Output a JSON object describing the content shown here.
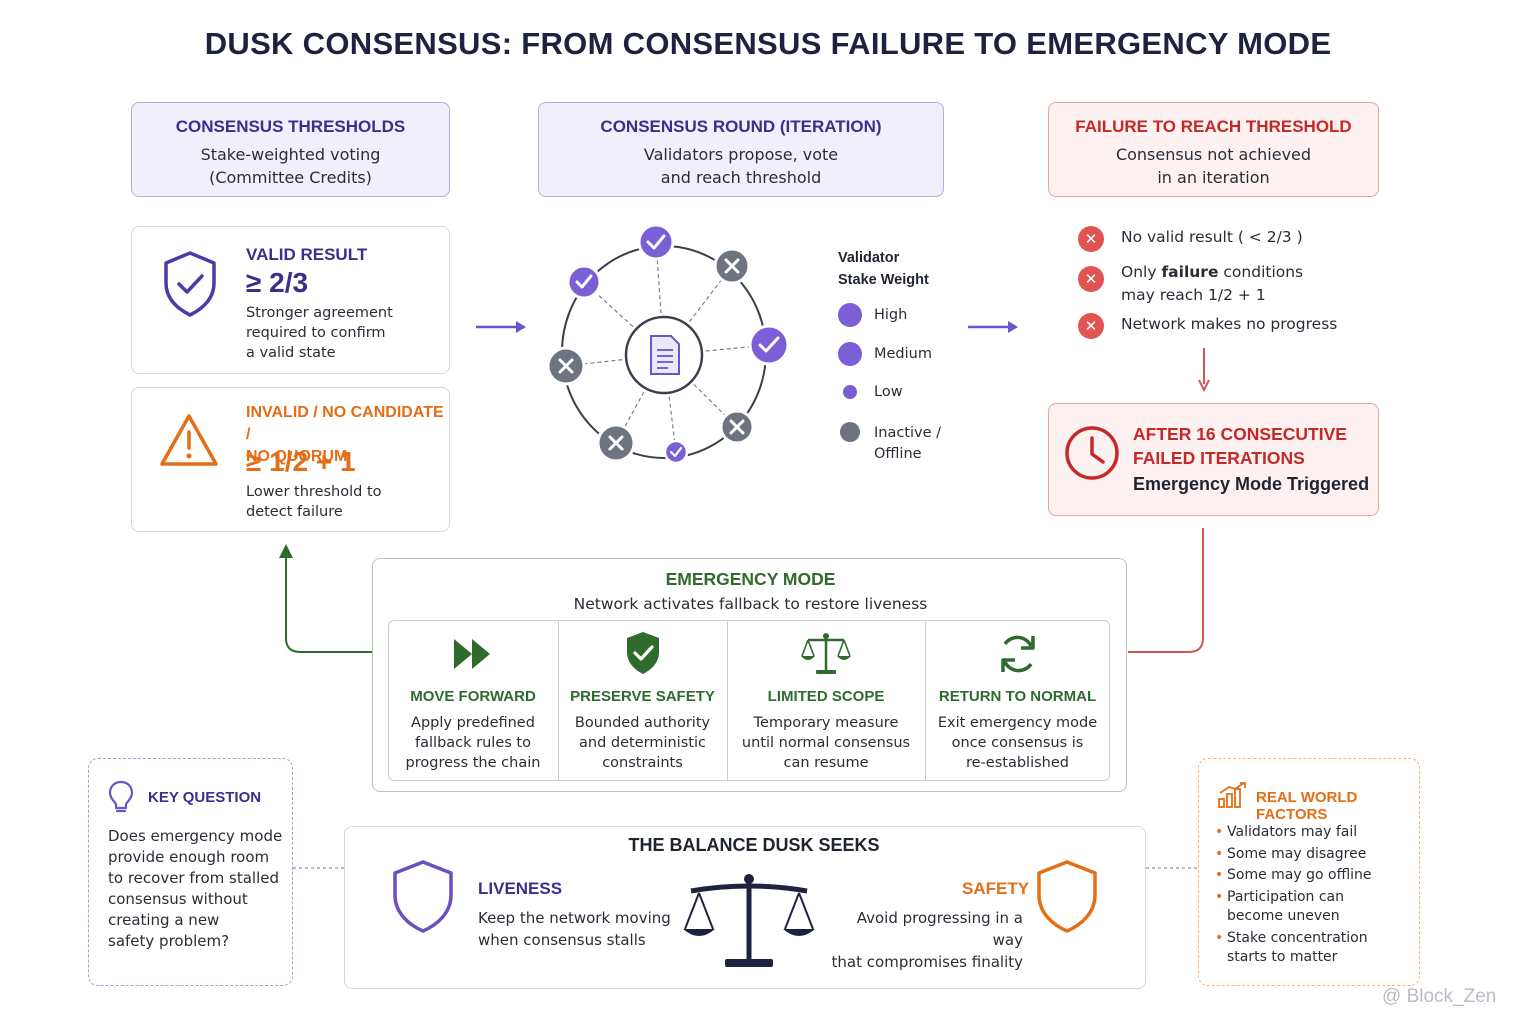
{
  "title": "DUSK CONSENSUS: FROM CONSENSUS FAILURE TO EMERGENCY MODE",
  "thresholds": {
    "title": "CONSENSUS THRESHOLDS",
    "subtitle": "Stake-weighted voting\n(Committee Credits)"
  },
  "round": {
    "title": "CONSENSUS ROUND (ITERATION)",
    "subtitle": "Validators propose, vote\nand reach threshold"
  },
  "failure": {
    "title": "FAILURE TO REACH THRESHOLD",
    "subtitle": "Consensus not achieved\nin an iteration"
  },
  "valid": {
    "title": "VALID RESULT",
    "value": "≥ 2/3",
    "desc": "Stronger agreement\nrequired to confirm\na valid state"
  },
  "invalid": {
    "title": "INVALID / NO CANDIDATE /\nNO QUORUM",
    "value": "≥ 1/2 + 1",
    "desc": "Lower threshold to\ndetect failure"
  },
  "legend": {
    "title": "Validator\nStake Weight",
    "items": [
      "High",
      "Medium",
      "Low",
      "Inactive /\nOffline"
    ]
  },
  "failure_items": [
    {
      "text": "No valid result ( < 2/3 )"
    },
    {
      "pre": "Only ",
      "bold": "failure",
      "post": " conditions\nmay reach 1/2 + 1"
    },
    {
      "text": "Network makes no progress"
    }
  ],
  "after": {
    "title": "AFTER 16 CONSECUTIVE\nFAILED ITERATIONS",
    "subtitle": "Emergency Mode Triggered"
  },
  "emergency": {
    "title": "EMERGENCY MODE",
    "subtitle": "Network activates fallback to restore liveness",
    "columns": [
      {
        "title": "MOVE FORWARD",
        "desc": "Apply predefined\nfallback rules to\nprogress the chain",
        "icon": "fast-forward-icon"
      },
      {
        "title": "PRESERVE SAFETY",
        "desc": "Bounded authority\nand deterministic\nconstraints",
        "icon": "shield-check-icon"
      },
      {
        "title": "LIMITED SCOPE",
        "desc": "Temporary measure\nuntil normal consensus\ncan resume",
        "icon": "scales-icon"
      },
      {
        "title": "RETURN TO NORMAL",
        "desc": "Exit emergency mode\nonce consensus is\nre-established",
        "icon": "refresh-icon"
      }
    ]
  },
  "key_question": {
    "title": "KEY QUESTION",
    "text": "Does emergency mode\nprovide enough room\nto recover from stalled\nconsensus without\ncreating a new\nsafety problem?"
  },
  "balance": {
    "title": "THE BALANCE DUSK SEEKS",
    "liveness_title": "LIVENESS",
    "liveness_text": "Keep the network moving\nwhen consensus stalls",
    "safety_title": "SAFETY",
    "safety_text": "Avoid progressing in a way\nthat compromises finality"
  },
  "real_world": {
    "title": "REAL WORLD FACTORS",
    "items": [
      "Validators may fail",
      "Some may disagree",
      "Some may go offline",
      "Participation can\nbecome uneven",
      "Stake concentration\nstarts to matter"
    ]
  },
  "watermark": "@ Block_Zen",
  "colors": {
    "purple": "#6b55c9",
    "dark_purple": "#3b2f8c",
    "red": "#c62828",
    "orange": "#e46d16",
    "green": "#2e6b2c",
    "gray": "#6e7380"
  }
}
